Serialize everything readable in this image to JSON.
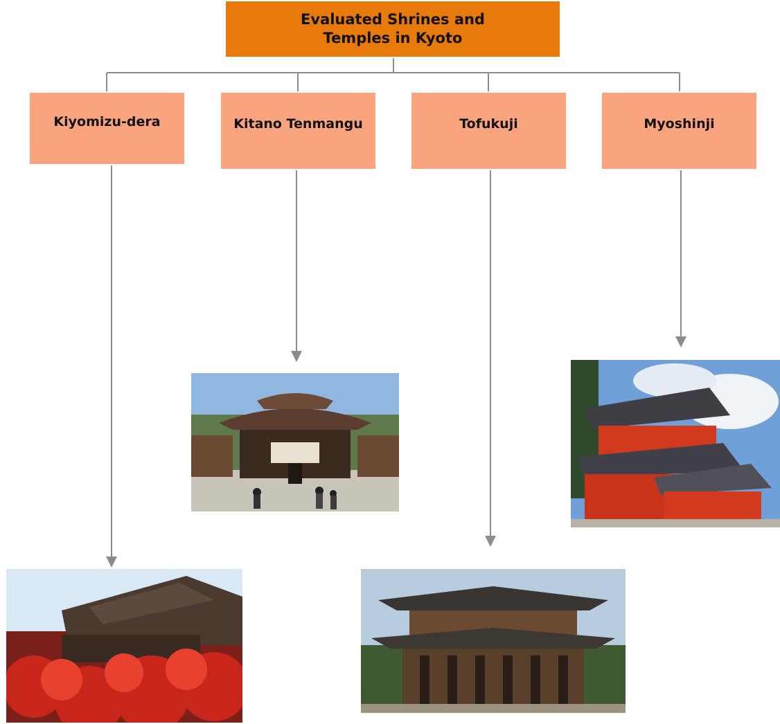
{
  "root": {
    "title": "Evaluated Shrines and Temples in Kyoto"
  },
  "children": [
    {
      "label": "Kiyomizu-dera"
    },
    {
      "label": "Kitano Tenmangu"
    },
    {
      "label": "Tofukuji"
    },
    {
      "label": "Myoshinji"
    }
  ],
  "colors": {
    "root_fill": "#e87a0c",
    "child_fill": "#f9a47f",
    "connector": "#8c8c8c"
  }
}
